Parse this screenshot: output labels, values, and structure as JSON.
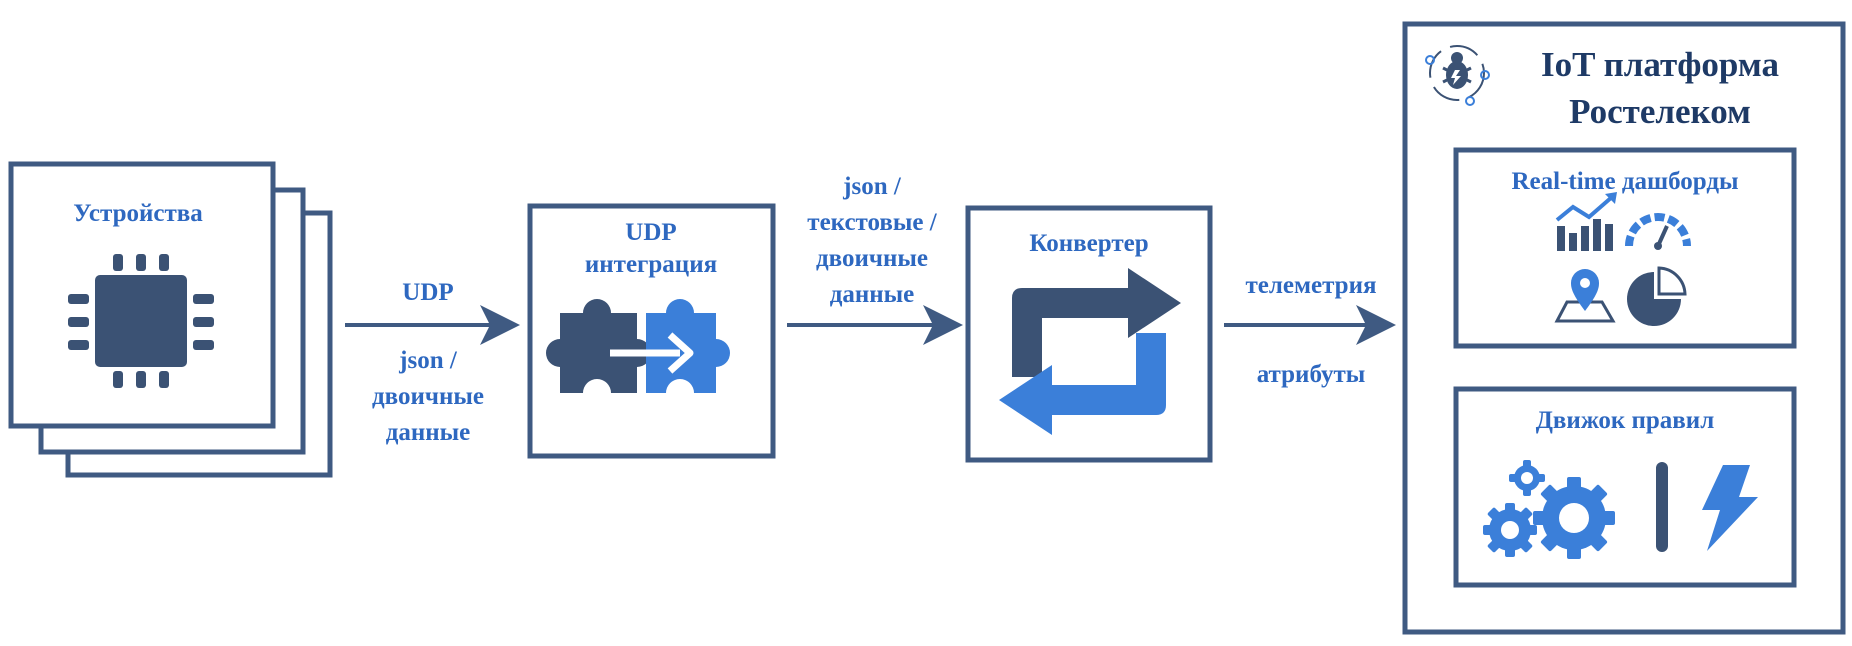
{
  "colors": {
    "dark": "#3b5274",
    "blue": "#3b7fd9",
    "label": "#2e68c0",
    "stroke": "#3f5a82"
  },
  "devices": {
    "title": "Устройства",
    "icon": "chip-icon"
  },
  "edge1": {
    "top": "UDP",
    "bottom": [
      "json /",
      "двоичные",
      "данные"
    ]
  },
  "udp": {
    "title": [
      "UDP",
      "интеграция"
    ],
    "icon": "puzzle-icon"
  },
  "edge2": {
    "top": [
      "json /",
      "текстовые /",
      "двоичные",
      "данные"
    ]
  },
  "converter": {
    "title": "Конвертер",
    "icon": "repeat-arrows-icon"
  },
  "edge3": {
    "top": "телеметрия",
    "bottom": "атрибуты"
  },
  "platform": {
    "title": [
      "IoT платформа",
      "Ростелеком"
    ],
    "icon": "iot-bug-icon",
    "dashboards": {
      "title": "Real-time дашборды",
      "icons": [
        "trend-chart-icon",
        "gauge-icon",
        "map-pin-icon",
        "pie-chart-icon"
      ]
    },
    "rules": {
      "title": "Движок правил",
      "icons": [
        "gears-icon",
        "bolt-icon"
      ]
    }
  }
}
